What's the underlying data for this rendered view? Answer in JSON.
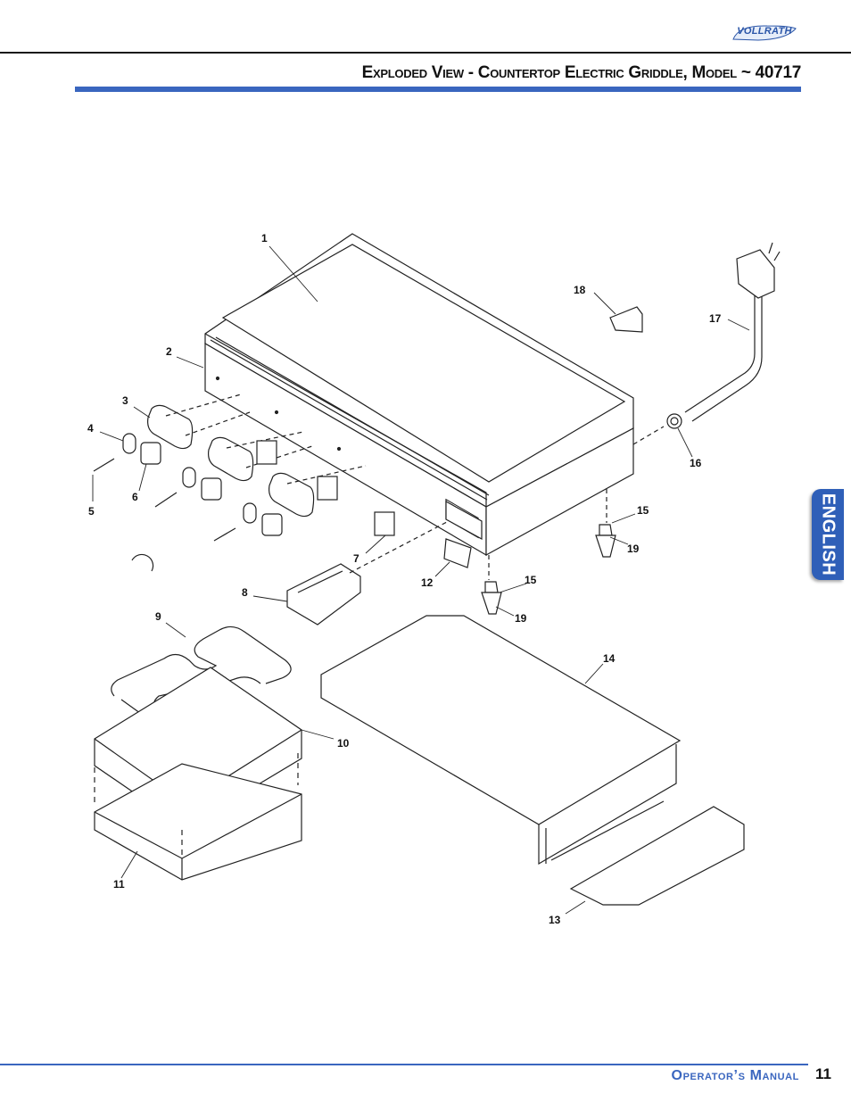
{
  "header": {
    "brand": "VOLLRATH",
    "title": "Exploded View - Countertop Electric Griddle, Model ~ 40717"
  },
  "language_tab": "ENGLISH",
  "callouts": [
    "1",
    "2",
    "3",
    "4",
    "5",
    "6",
    "7",
    "8",
    "9",
    "10",
    "11",
    "12",
    "13",
    "14",
    "15",
    "15",
    "16",
    "17",
    "18",
    "19",
    "19"
  ],
  "footer": {
    "manual": "Operator’s Manual",
    "page_number": "11"
  }
}
